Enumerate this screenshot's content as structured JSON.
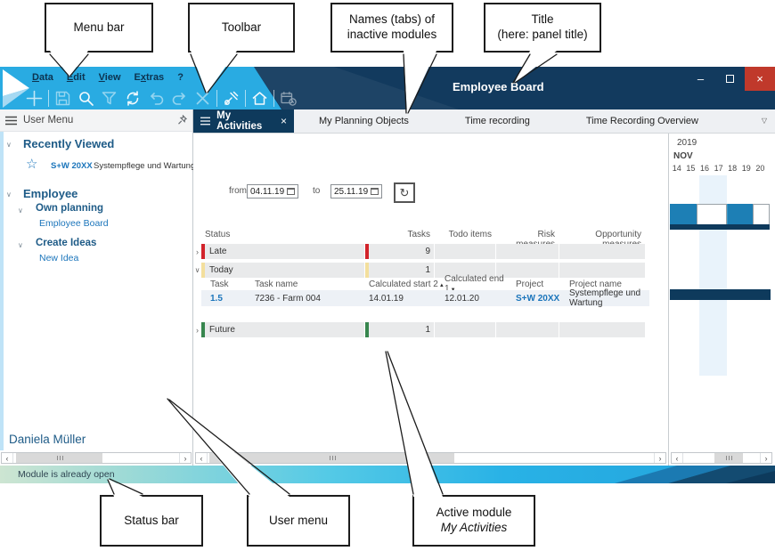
{
  "callouts": {
    "menu_bar": {
      "label": "Menu bar"
    },
    "toolbar": {
      "label": "Toolbar"
    },
    "inactive_tabs": {
      "line1": "Names (tabs) of",
      "line2": "inactive modules"
    },
    "title": {
      "line1": "Title",
      "line2": "(here: panel title)"
    },
    "status_bar": {
      "label": "Status bar"
    },
    "user_menu": {
      "label": "User menu"
    },
    "active_module": {
      "line1": "Active module",
      "line2": "My Activities"
    }
  },
  "titlebar": {
    "title": "Employee Board",
    "menu": [
      {
        "pre": "",
        "u": "D",
        "post": "ata"
      },
      {
        "pre": "",
        "u": "E",
        "post": "dit"
      },
      {
        "pre": "",
        "u": "V",
        "post": "iew"
      },
      {
        "pre": "E",
        "u": "x",
        "post": "tras"
      },
      {
        "pre": "?",
        "u": "",
        "post": ""
      }
    ]
  },
  "toolbar": {
    "icons": [
      "new-icon",
      "save-icon",
      "search-icon",
      "filter-icon",
      "refresh-icon",
      "undo-icon",
      "redo-icon",
      "delete-icon",
      "tools-icon",
      "home-icon",
      "planning-calendar-icon"
    ]
  },
  "tabs": {
    "active": "My Activities",
    "inactive": [
      "My Planning Objects",
      "Time recording",
      "Time Recording Overview"
    ]
  },
  "sidebar": {
    "header": "User Menu",
    "recently": {
      "title": "Recently Viewed",
      "code": "S+W 20XX",
      "text": "Systempflege und Wartung"
    },
    "employee": {
      "title": "Employee",
      "group1": "Own planning",
      "link1": "Employee Board",
      "group2": "Create Ideas",
      "link2": "New Idea"
    },
    "user": "Daniela Müller"
  },
  "filters": {
    "from_label": "from",
    "from_value": "04.11.19",
    "to_label": "to",
    "to_value": "25.11.19"
  },
  "table": {
    "columns": {
      "status": "Status",
      "tasks": "Tasks",
      "todo": "Todo items",
      "risk": "Risk measures",
      "opportunity": "Opportunity measures"
    },
    "rows": {
      "late": {
        "label": "Late",
        "tasks": "9"
      },
      "today": {
        "label": "Today",
        "tasks": "1"
      },
      "future": {
        "label": "Future",
        "tasks": "1"
      }
    },
    "subcolumns": {
      "task": "Task",
      "task_name": "Task name",
      "calc_start": "Calculated start",
      "calc_start_n": "2",
      "calc_end": "Calculated end",
      "calc_end_n": "1",
      "project": "Project",
      "project_name": "Project name"
    },
    "detail": {
      "task": "1.5",
      "task_name": "7236 - Farm 004",
      "calc_start": "14.01.19",
      "calc_end": "12.01.20",
      "project": "S+W 20XX",
      "project_name": "Systempflege und Wartung"
    }
  },
  "gantt": {
    "year": "2019",
    "month": "NOV",
    "days": [
      "14",
      "15",
      "16",
      "17",
      "18",
      "19",
      "20"
    ]
  },
  "statusbar": {
    "message": "Module is already open"
  },
  "glyphs": {
    "close": "×",
    "minimize": "–",
    "overflow": "▽",
    "star": "☆",
    "chevron_open": "∨",
    "expand_closed": "›",
    "sort_asc": "▲",
    "sort_desc": "▼",
    "scroll_left": "‹",
    "scroll_right": "›",
    "refresh": "↻"
  },
  "colors": {
    "accent_blue": "#29ABE2",
    "navy": "#123A5E",
    "tab_active": "#0E3A5C",
    "close_red": "#C0392B",
    "link_blue": "#1B75BB",
    "late_red": "#D2232A",
    "today_yellow": "#F3DF9D",
    "future_green": "#37864E",
    "gantt_bar": "#1D7FB5"
  }
}
